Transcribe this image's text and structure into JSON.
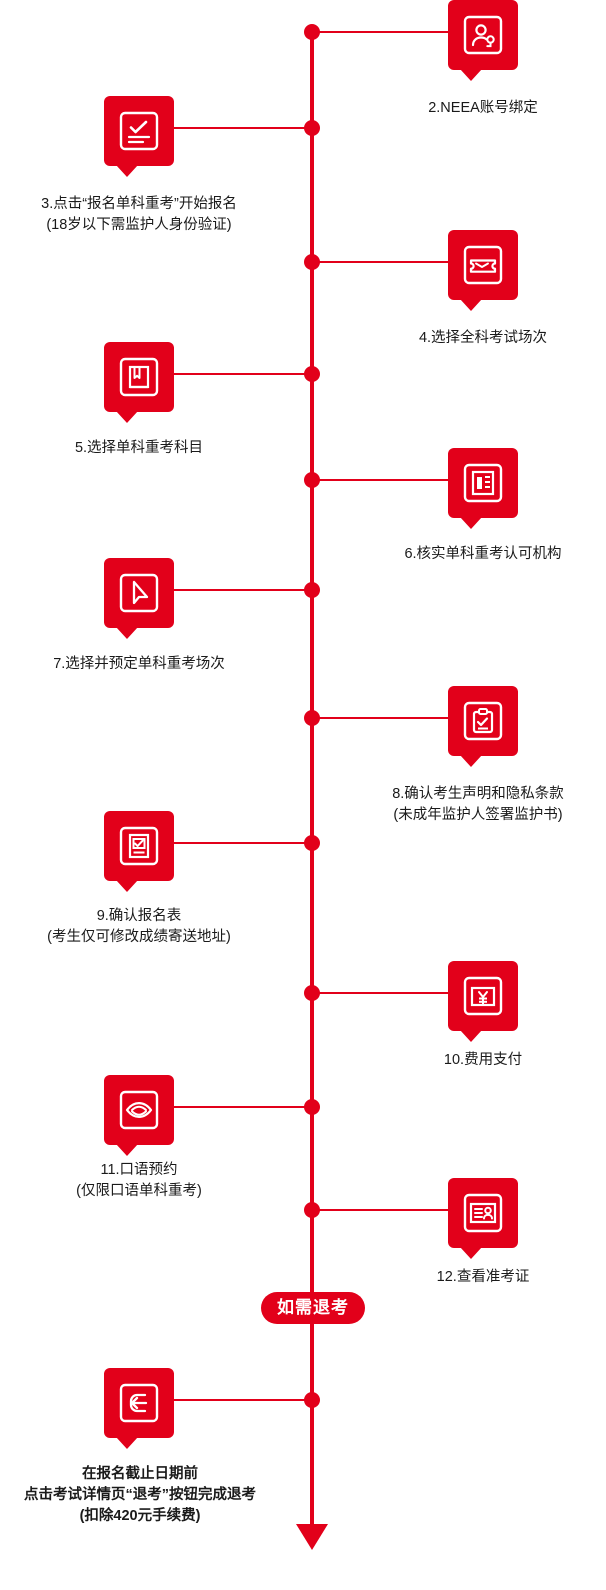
{
  "diagram": {
    "title": "",
    "accent_color": "#e2001a",
    "text_color": "#1a1a1a",
    "pill": {
      "label": "如需退考"
    },
    "steps": [
      {
        "id": 2,
        "side": "right",
        "icon": "user-profile-icon",
        "caption": "2.NEEA账号绑定"
      },
      {
        "id": 3,
        "side": "left",
        "icon": "checklist-card-icon",
        "caption": "3.点击“报名单科重考”开始报名\n(18岁以下需监护人身份验证)"
      },
      {
        "id": 4,
        "side": "right",
        "icon": "ticket-icon",
        "caption": "4.选择全科考试场次"
      },
      {
        "id": 5,
        "side": "left",
        "icon": "book-icon",
        "caption": "5.选择单科重考科目"
      },
      {
        "id": 6,
        "side": "right",
        "icon": "institution-doc-icon",
        "caption": "6.核实单科重考认可机构"
      },
      {
        "id": 7,
        "side": "left",
        "icon": "cursor-pointer-icon",
        "caption": "7.选择并预定单科重考场次"
      },
      {
        "id": 8,
        "side": "right",
        "icon": "clipboard-icon",
        "caption": "8.确认考生声明和隐私条款\n(未成年监护人签署监护书)"
      },
      {
        "id": 9,
        "side": "left",
        "icon": "form-check-icon",
        "caption": "9.确认报名表\n(考生仅可修改成绩寄送地址)"
      },
      {
        "id": 10,
        "side": "right",
        "icon": "yuan-payment-icon",
        "caption": "10.费用支付"
      },
      {
        "id": 11,
        "side": "left",
        "icon": "speaking-mouth-icon",
        "caption": "11.口语预约\n(仅限口语单科重考)"
      },
      {
        "id": 12,
        "side": "right",
        "icon": "id-card-icon",
        "caption": "12.查看准考证"
      },
      {
        "id": 13,
        "side": "left",
        "icon": "exit-arrow-icon",
        "caption": "在报名截止日期前\n点击考试详情页“退考”按钮完成退考\n(扣除420元手续费)"
      }
    ]
  }
}
